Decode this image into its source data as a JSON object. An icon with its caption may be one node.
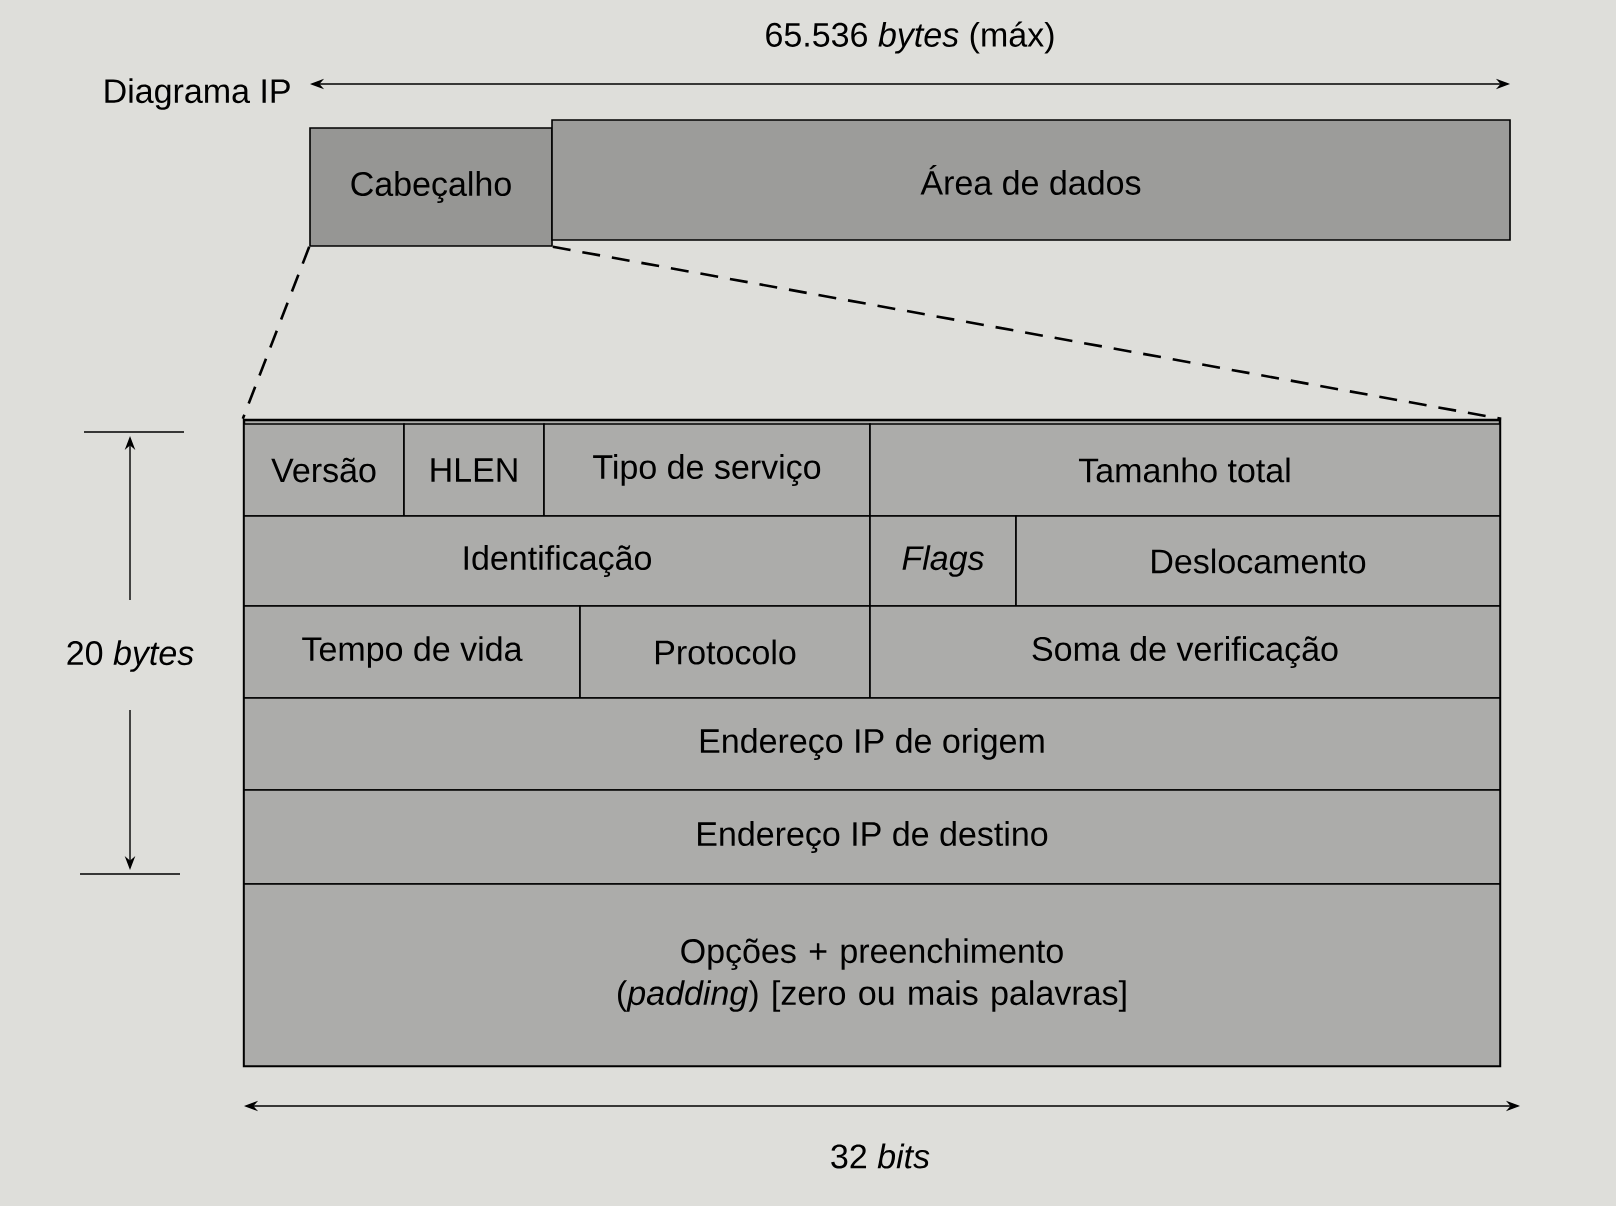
{
  "diagram": {
    "nodes": [
      {
        "text": [
          "Cabeçalho"
        ]
      },
      {
        "text": [
          "Área de dados"
        ]
      },
      {
        "text": [],
        "shape": "box"
      },
      {
        "text": [
          "Versão"
        ],
        "in": 2
      },
      {
        "text": [
          "HLEN"
        ],
        "in": 2
      },
      {
        "text": [
          "Tipo de serviço"
        ],
        "in": 2
      },
      {
        "text": [
          "Tamanho total"
        ],
        "in": 2
      },
      {
        "text": [
          "Identificação"
        ],
        "in": 2
      },
      {
        "text": [
          "Flags"
        ],
        "in": 2
      },
      {
        "text": [
          "Deslocamento"
        ],
        "in": 2
      },
      {
        "text": [
          "Tempo de vida"
        ],
        "in": 2
      },
      {
        "text": [
          "Protocolo"
        ],
        "in": 2
      },
      {
        "text": [
          "Soma de verificação"
        ],
        "in": 2
      },
      {
        "text": [
          "Endereço IP de origem"
        ],
        "in": 2
      },
      {
        "text": [
          "Endereço IP de destino"
        ],
        "in": 2
      },
      {
        "text": [
          "Opções + preenchimento (*padding*) [zero ou mais palavras]"
        ],
        "in": 2
      }
    ],
    "edges": [
      {
        "from": 0,
        "to": 2,
        "arrow": "none",
        "style": "dashed"
      },
      {
        "from": 0,
        "to": 2,
        "arrow": "none",
        "style": "dashed"
      }
    ],
    "labels": [
      "65.536 *bytes* (máx)",
      "Diagrama IP",
      "20 *bytes*",
      "32 *bits*"
    ]
  }
}
